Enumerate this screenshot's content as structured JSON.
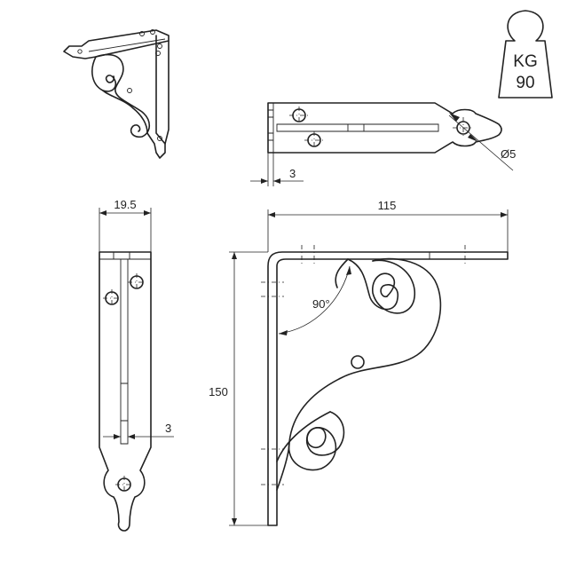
{
  "drawing": {
    "weight_badge": {
      "line1": "KG",
      "line2": "90"
    },
    "dimensions": {
      "top_thickness": "3",
      "hole_diameter": "Ø5",
      "side_width": "19.5",
      "side_thickness": "3",
      "overall_width": "115",
      "overall_height": "150",
      "angle": "90°"
    }
  }
}
